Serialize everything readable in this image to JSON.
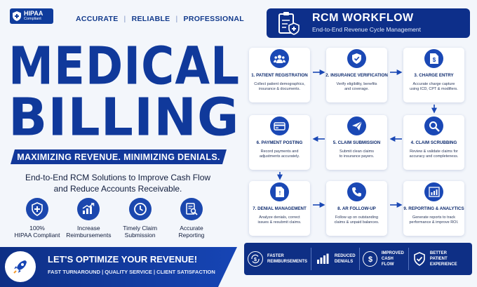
{
  "badge": {
    "line1": "HIPAA",
    "line2": "Compliant"
  },
  "tagline": [
    "ACCURATE",
    "RELIABLE",
    "PROFESSIONAL"
  ],
  "title": {
    "line1": "MEDICAL",
    "line2": "BILLING"
  },
  "banner": "MAXIMIZING REVENUE.  MINIMIZING DENIALS.",
  "subtitle": {
    "line1": "End-to-End RCM Solutions to Improve Cash Flow",
    "line2": "and Reduce Accounts Receivable."
  },
  "features": [
    {
      "label": "100%\nHIPAA Compliant",
      "icon": "shield-plus-icon"
    },
    {
      "label": "Increase\nReimbursements",
      "icon": "growth-chart-icon"
    },
    {
      "label": "Timely Claim\nSubmission",
      "icon": "clock-icon"
    },
    {
      "label": "Accurate\nReporting",
      "icon": "report-search-icon"
    }
  ],
  "cta": {
    "heading": "LET'S OPTIMIZE YOUR REVENUE!",
    "sub": "FAST TURNAROUND  |  QUALITY SERVICE  |  CLIENT SATISFACTION",
    "icon": "rocket-icon"
  },
  "workflow": {
    "title": "RCM WORKFLOW",
    "subtitle": "End-to-End Revenue Cycle Management",
    "steps": [
      {
        "title": "1. PATIENT REGISTRATION",
        "desc": "Collect patient demographics,\ninsurance & documents.",
        "icon": "users-icon"
      },
      {
        "title": "2. INSURANCE VERIFICATION",
        "desc": "Verify eligibility, benefits\nand coverage.",
        "icon": "shield-check-icon"
      },
      {
        "title": "3. CHARGE ENTRY",
        "desc": "Accurate charge capture\nusing ICD, CPT & modifiers.",
        "icon": "document-dollar-icon"
      },
      {
        "title": "4. CLAIM SCRUBBING",
        "desc": "Review & validate claims for\naccuracy and completeness.",
        "icon": "magnifier-icon"
      },
      {
        "title": "5. CLAIM SUBMISSION",
        "desc": "Submit clean claims\nto insurance payers.",
        "icon": "paper-plane-icon"
      },
      {
        "title": "6. PAYMENT POSTING",
        "desc": "Record payments and\nadjustments accurately.",
        "icon": "credit-card-icon"
      },
      {
        "title": "7. DENIAL MANAGEMENT",
        "desc": "Analyze denials, correct\nissues & resubmit claims.",
        "icon": "document-alert-icon"
      },
      {
        "title": "8. AR FOLLOW-UP",
        "desc": "Follow up on outstanding\nclaims & unpaid balances.",
        "icon": "phone-icon"
      },
      {
        "title": "9. REPORTING & ANALYTICS",
        "desc": "Generate reports to track\nperformance & improve ROI.",
        "icon": "bar-chart-icon"
      }
    ]
  },
  "benefits": [
    {
      "label": "FASTER\nREIMBURSEMENTS",
      "icon": "cycle-dollar-icon"
    },
    {
      "label": "REDUCED\nDENIALS",
      "icon": "bars-icon"
    },
    {
      "label": "IMPROVED\nCASH FLOW",
      "icon": "dollar-circle-icon"
    },
    {
      "label": "BETTER\nPATIENT EXPERIENCE",
      "icon": "shield-check-icon"
    }
  ],
  "colors": {
    "primary": "#10399b",
    "dark": "#0d2f8a",
    "background": "#f3f6fb",
    "icon_circle": "#1a48b5"
  }
}
